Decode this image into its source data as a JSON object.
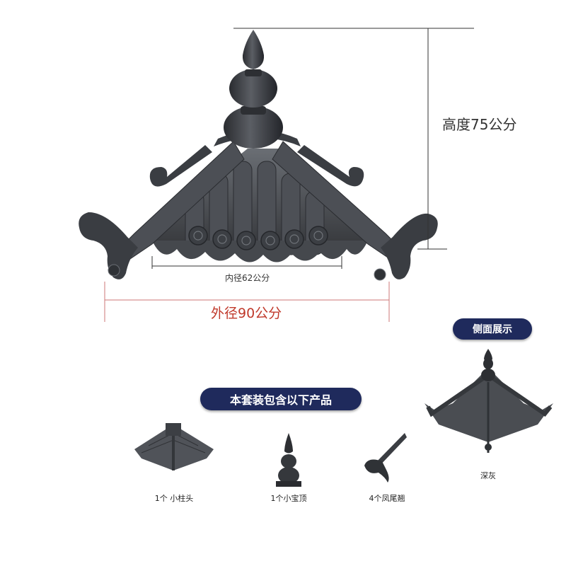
{
  "dimensions": {
    "height_label": "高度75公分",
    "inner_label": "内径62公分",
    "outer_label": "外径90公分"
  },
  "side_view": {
    "badge": "侧面展示",
    "color_name": "深灰"
  },
  "kit": {
    "heading": "本套装包含以下产品",
    "items": [
      {
        "label": "1个 小柱头"
      },
      {
        "label": "1个小宝顶"
      },
      {
        "label": "4个凤尾翘"
      }
    ]
  },
  "colors": {
    "tile": "#4a4d52",
    "tile_dark": "#2e3034",
    "badge_bg": "#1f2a5c",
    "accent_red": "#c0392b"
  }
}
